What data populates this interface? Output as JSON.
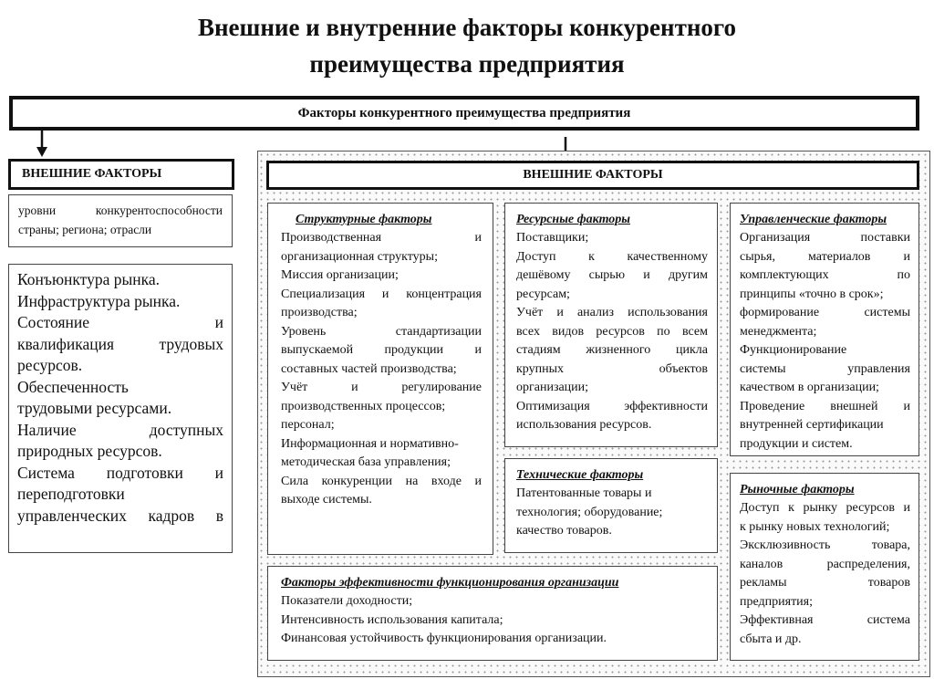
{
  "title": {
    "line1": "Внешние и внутренние факторы конкурентного",
    "line2": "преимущества предприятия"
  },
  "top_bar": "Факторы конкурентного преимущества предприятия",
  "left": {
    "header": "ВНЕШНИЕ ФАКТОРЫ",
    "small_box": [
      "уровни конкурентоспособности",
      "страны; региона; отрасли"
    ],
    "big_box": [
      "Конъюнктура рынка.",
      "Инфраструктура рынка.",
      "Состояние и",
      "квалификация трудовых",
      "ресурсов.",
      "Обеспеченность",
      "трудовыми ресурсами.",
      "Наличие доступных",
      "природных ресурсов.",
      "Система подготовки и",
      "переподготовки",
      "управленческих кадров в"
    ]
  },
  "right": {
    "header": "ВНЕШНИЕ ФАКТОРЫ",
    "structural": {
      "title": "Структурные факторы",
      "lines": [
        "Производственная и",
        "организационная структуры;",
        "Миссия организации;",
        "Специализация и концентрация",
        "производства;",
        "Уровень стандартизации",
        "выпускаемой продукции и",
        "составных частей производства;",
        "Учёт и регулирование",
        "производственных процессов;",
        "персонал;",
        "Информационная и нормативно-",
        "методическая база управления;",
        "Сила конкуренции на входе и",
        "выходе системы."
      ]
    },
    "resource": {
      "title": "Ресурсные факторы",
      "lines": [
        "Поставщики;",
        "Доступ к качественному",
        "дешёвому сырью и другим",
        "ресурсам;",
        "Учёт и анализ использования",
        "всех видов ресурсов по всем",
        "стадиям жизненного цикла",
        "крупных объектов",
        "организации;",
        "Оптимизация эффективности",
        "использования ресурсов."
      ]
    },
    "management": {
      "title": "Управленческие факторы",
      "lines": [
        "Организация поставки",
        "сырья, материалов и",
        "комплектующих по",
        "принципы «точно в срок»;",
        "формирование системы",
        "менеджмента;",
        "Функционирование",
        "системы управления",
        "качеством в организации;",
        "Проведение внешней и",
        "внутренней сертификации",
        "продукции и систем."
      ]
    },
    "technical": {
      "title": "Технические факторы",
      "lines": [
        "Патентованные товары и",
        "технология; оборудование;",
        "качество товаров."
      ]
    },
    "market": {
      "title": "Рыночные факторы",
      "lines": [
        "Доступ к рынку ресурсов и",
        "к рынку новых технологий;",
        "Эксклюзивность товара,",
        "каналов распределения,",
        "рекламы товаров",
        "предприятия;",
        "Эффективная система",
        "сбыта и др."
      ]
    },
    "efficiency": {
      "title": "Факторы эффективности функционирования организации",
      "lines": [
        "Показатели доходности;",
        "Интенсивность использования капитала;",
        "Финансовая устойчивость функционирования организации."
      ]
    }
  }
}
